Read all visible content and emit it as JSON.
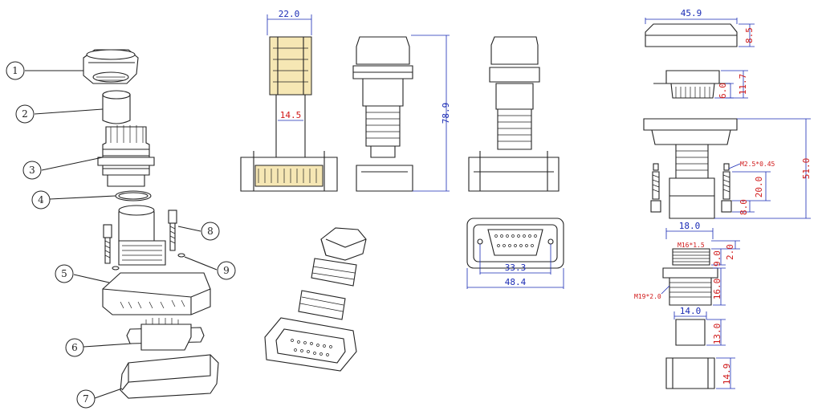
{
  "callouts": [
    "1",
    "2",
    "3",
    "4",
    "5",
    "6",
    "7",
    "8",
    "9"
  ],
  "dimensions": {
    "section_top_width": "22.0",
    "section_inner_width": "14.5",
    "side_height": "78.9",
    "cap_width": "45.9",
    "cap_height": "8.5",
    "plug_height_outer": "11.7",
    "plug_height_inner": "6.0",
    "right_total_height": "51.0",
    "screw_thread": "M2.5*0.45",
    "screw_length": "20.0",
    "screw_head": "8.0",
    "pin_pitch": "33.3",
    "face_width": "48.4",
    "nut_width": "18.0",
    "nut_thread": "M16*1.5",
    "nut_height": "2.0",
    "nut_band": "9.0",
    "gland_thread": "M19*2.0",
    "gland_height": "16.0",
    "seal_width": "14.0",
    "seal_height": "13.0",
    "cap_bottom_height": "14.9"
  }
}
